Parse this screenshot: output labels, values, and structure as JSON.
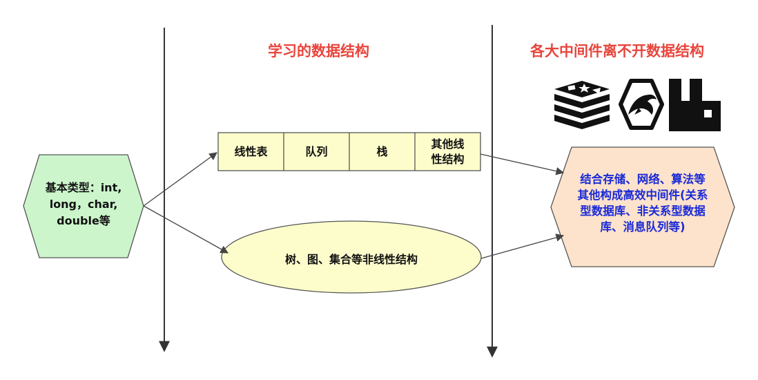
{
  "headings": {
    "learned": "学习的数据结构",
    "middleware": "各大中间件离不开数据结构"
  },
  "basic_types": [
    "基本类型：int,",
    "long，char,",
    "double等"
  ],
  "linear_structures": [
    {
      "label": [
        "线性表"
      ]
    },
    {
      "label": [
        "队列"
      ]
    },
    {
      "label": [
        "栈"
      ]
    },
    {
      "label": [
        "其他线",
        "性结构"
      ]
    }
  ],
  "nonlinear_structures": "树、图、集合等非线性结构",
  "middleware_desc": [
    "结合存储、网络、算法等",
    "其他构成高效中间件(关系",
    "型数据库、非关系型数据",
    "库、消息队列等)"
  ],
  "logos": [
    "redis-logo",
    "mysql-dolphin-logo",
    "rabbitmq-logo"
  ],
  "colors": {
    "heading": "#e8453c",
    "hex_left_fill": "#ccf5cc",
    "linear_fill": "#fdfdcc",
    "ellipse_fill": "#fdfdcc",
    "hex_right_fill": "#fde2cc",
    "middleware_text": "#1a2ad6"
  }
}
